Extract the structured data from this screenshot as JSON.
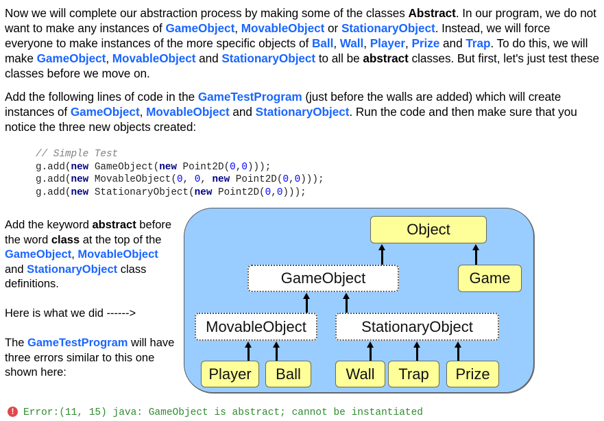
{
  "intro": {
    "p1": {
      "t1": "Now we will complete our abstraction process by making some of the classes ",
      "b1": "Abstract",
      "t2": ".   In our program, we do not want to make any instances of ",
      "k1": "GameObject",
      "t3": ", ",
      "k2": "MovableObject",
      "t4": " or ",
      "k3": "StationaryObject",
      "t5": ".   Instead, we will force everyone to make instances of the more specific objects of ",
      "k4": "Ball",
      "t6": ", ",
      "k5": "Wall",
      "t7": ", ",
      "k6": "Player",
      "t8": ", ",
      "k7": "Prize",
      "t9": " and ",
      "k8": "Trap",
      "t10": ".   To do this, we will make ",
      "k9": "GameObject",
      "t11": ", ",
      "k10": "MovableObject",
      "t12": " and ",
      "k11": "StationaryObject",
      "t13": " to all be ",
      "b2": "abstract",
      "t14": " classes.   But first, let's just test these classes before we move on."
    },
    "p2": {
      "t1": "Add the following lines of code in the ",
      "k1": "GameTestProgram",
      "t2": " (just before the walls are added) which will create instances of ",
      "k2": "GameObject",
      "t3": ", ",
      "k3": "MovableObject",
      "t4": " and ",
      "k4": "StationaryObject",
      "t5": ".  Run the code and then make sure that you notice the three new objects created:"
    }
  },
  "code": {
    "comment": "// Simple Test",
    "lines": [
      {
        "pre": "g.add(",
        "kw": "new",
        "mid": " GameObject(",
        "kw2": "new",
        "rest1": " Point2D(",
        "n1": "0",
        "c": ",",
        "n2": "0",
        "end": ")));"
      },
      {
        "pre": "g.add(",
        "kw": "new",
        "mid": " MovableObject(",
        "a1": "0",
        "sep1": ", ",
        "a2": "0",
        "sep2": ", ",
        "kw2": "new",
        "rest1": " Point2D(",
        "n1": "0",
        "c": ",",
        "n2": "0",
        "end": ")));"
      },
      {
        "pre": "g.add(",
        "kw": "new",
        "mid": " StationaryObject(",
        "kw2": "new",
        "rest1": " Point2D(",
        "n1": "0",
        "c": ",",
        "n2": "0",
        "end": ")));"
      }
    ]
  },
  "side": {
    "p1": {
      "t1": "Add the keyword ",
      "b1": "abstract",
      "t2": " before the word ",
      "b2": "class",
      "t3": " at the top of the ",
      "k1": "GameObject",
      "t4": ", ",
      "k2": "MovableObject",
      "t5": " and ",
      "k3": "StationaryObject",
      "t6": " class definitions."
    },
    "p2": "Here is what we did ------>",
    "p3": {
      "t1": "The ",
      "k1": "GameTestProgram",
      "t2": " will have three errors similar to this one shown here:"
    }
  },
  "diagram": {
    "background": "#99ccff",
    "concrete_fill": "#ffff99",
    "abstract_fill": "#ffffff",
    "nodes": {
      "object": "Object",
      "game": "Game",
      "game_object": "GameObject",
      "movable_object": "MovableObject",
      "stationary_object": "StationaryObject",
      "player": "Player",
      "ball": "Ball",
      "wall": "Wall",
      "trap": "Trap",
      "prize": "Prize"
    },
    "edges": [
      [
        "GameObject",
        "Object"
      ],
      [
        "Game",
        "Object"
      ],
      [
        "MovableObject",
        "GameObject"
      ],
      [
        "StationaryObject",
        "GameObject"
      ],
      [
        "Player",
        "MovableObject"
      ],
      [
        "Ball",
        "MovableObject"
      ],
      [
        "Wall",
        "StationaryObject"
      ],
      [
        "Trap",
        "StationaryObject"
      ],
      [
        "Prize",
        "StationaryObject"
      ]
    ]
  },
  "error": {
    "icon": "!",
    "message": "Error:(11, 15) java: GameObject is abstract; cannot be instantiated",
    "color": "#2e8b2e"
  }
}
